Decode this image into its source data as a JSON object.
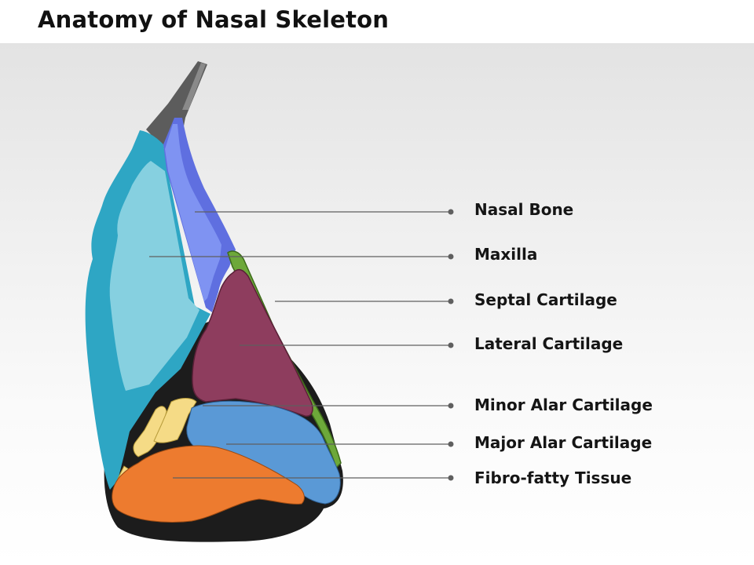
{
  "title": "Anatomy of Nasal Skeleton",
  "labels": [
    "Nasal Bone",
    "Maxilla",
    "Septal Cartilage",
    "Lateral Cartilage",
    "Minor Alar Cartilage",
    "Major Alar Cartilage",
    "Fibro-fatty Tissue"
  ],
  "colors": {
    "nasal_bone": "#7f93f2",
    "maxilla_outer": "#2ea6c4",
    "maxilla_inner": "#86d0e0",
    "septal_cartilage": "#6da83a",
    "lateral_cartilage": "#8e3d5e",
    "minor_alar_cartilage": "#f5db86",
    "major_alar_cartilage": "#5a99d6",
    "fibro_fatty_tissue": "#ed7b2f",
    "outline": "#1c1c1c"
  }
}
